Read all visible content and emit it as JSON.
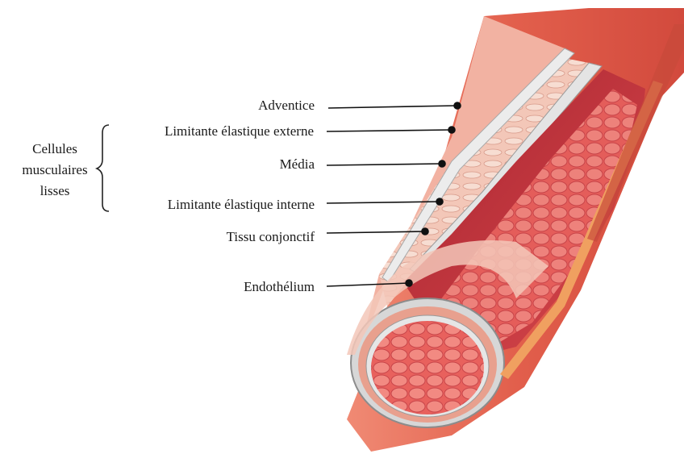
{
  "labels": {
    "adventice": "Adventice",
    "limitante_externe": "Limitante élastique externe",
    "media": "Média",
    "limitante_interne": "Limitante élastique interne",
    "tissu_conjonctif": "Tissu conjonctif",
    "endothelium": "Endothélium"
  },
  "group": {
    "line1": "Cellules",
    "line2": "musculaires",
    "line3": "lisses"
  },
  "colors": {
    "outer_tunica": "#e0604e",
    "lumen": "#c9323a",
    "endothelium_cells": "#f07a76",
    "elastic_lamina": "#d9d9d9",
    "leader_line": "#111111"
  }
}
